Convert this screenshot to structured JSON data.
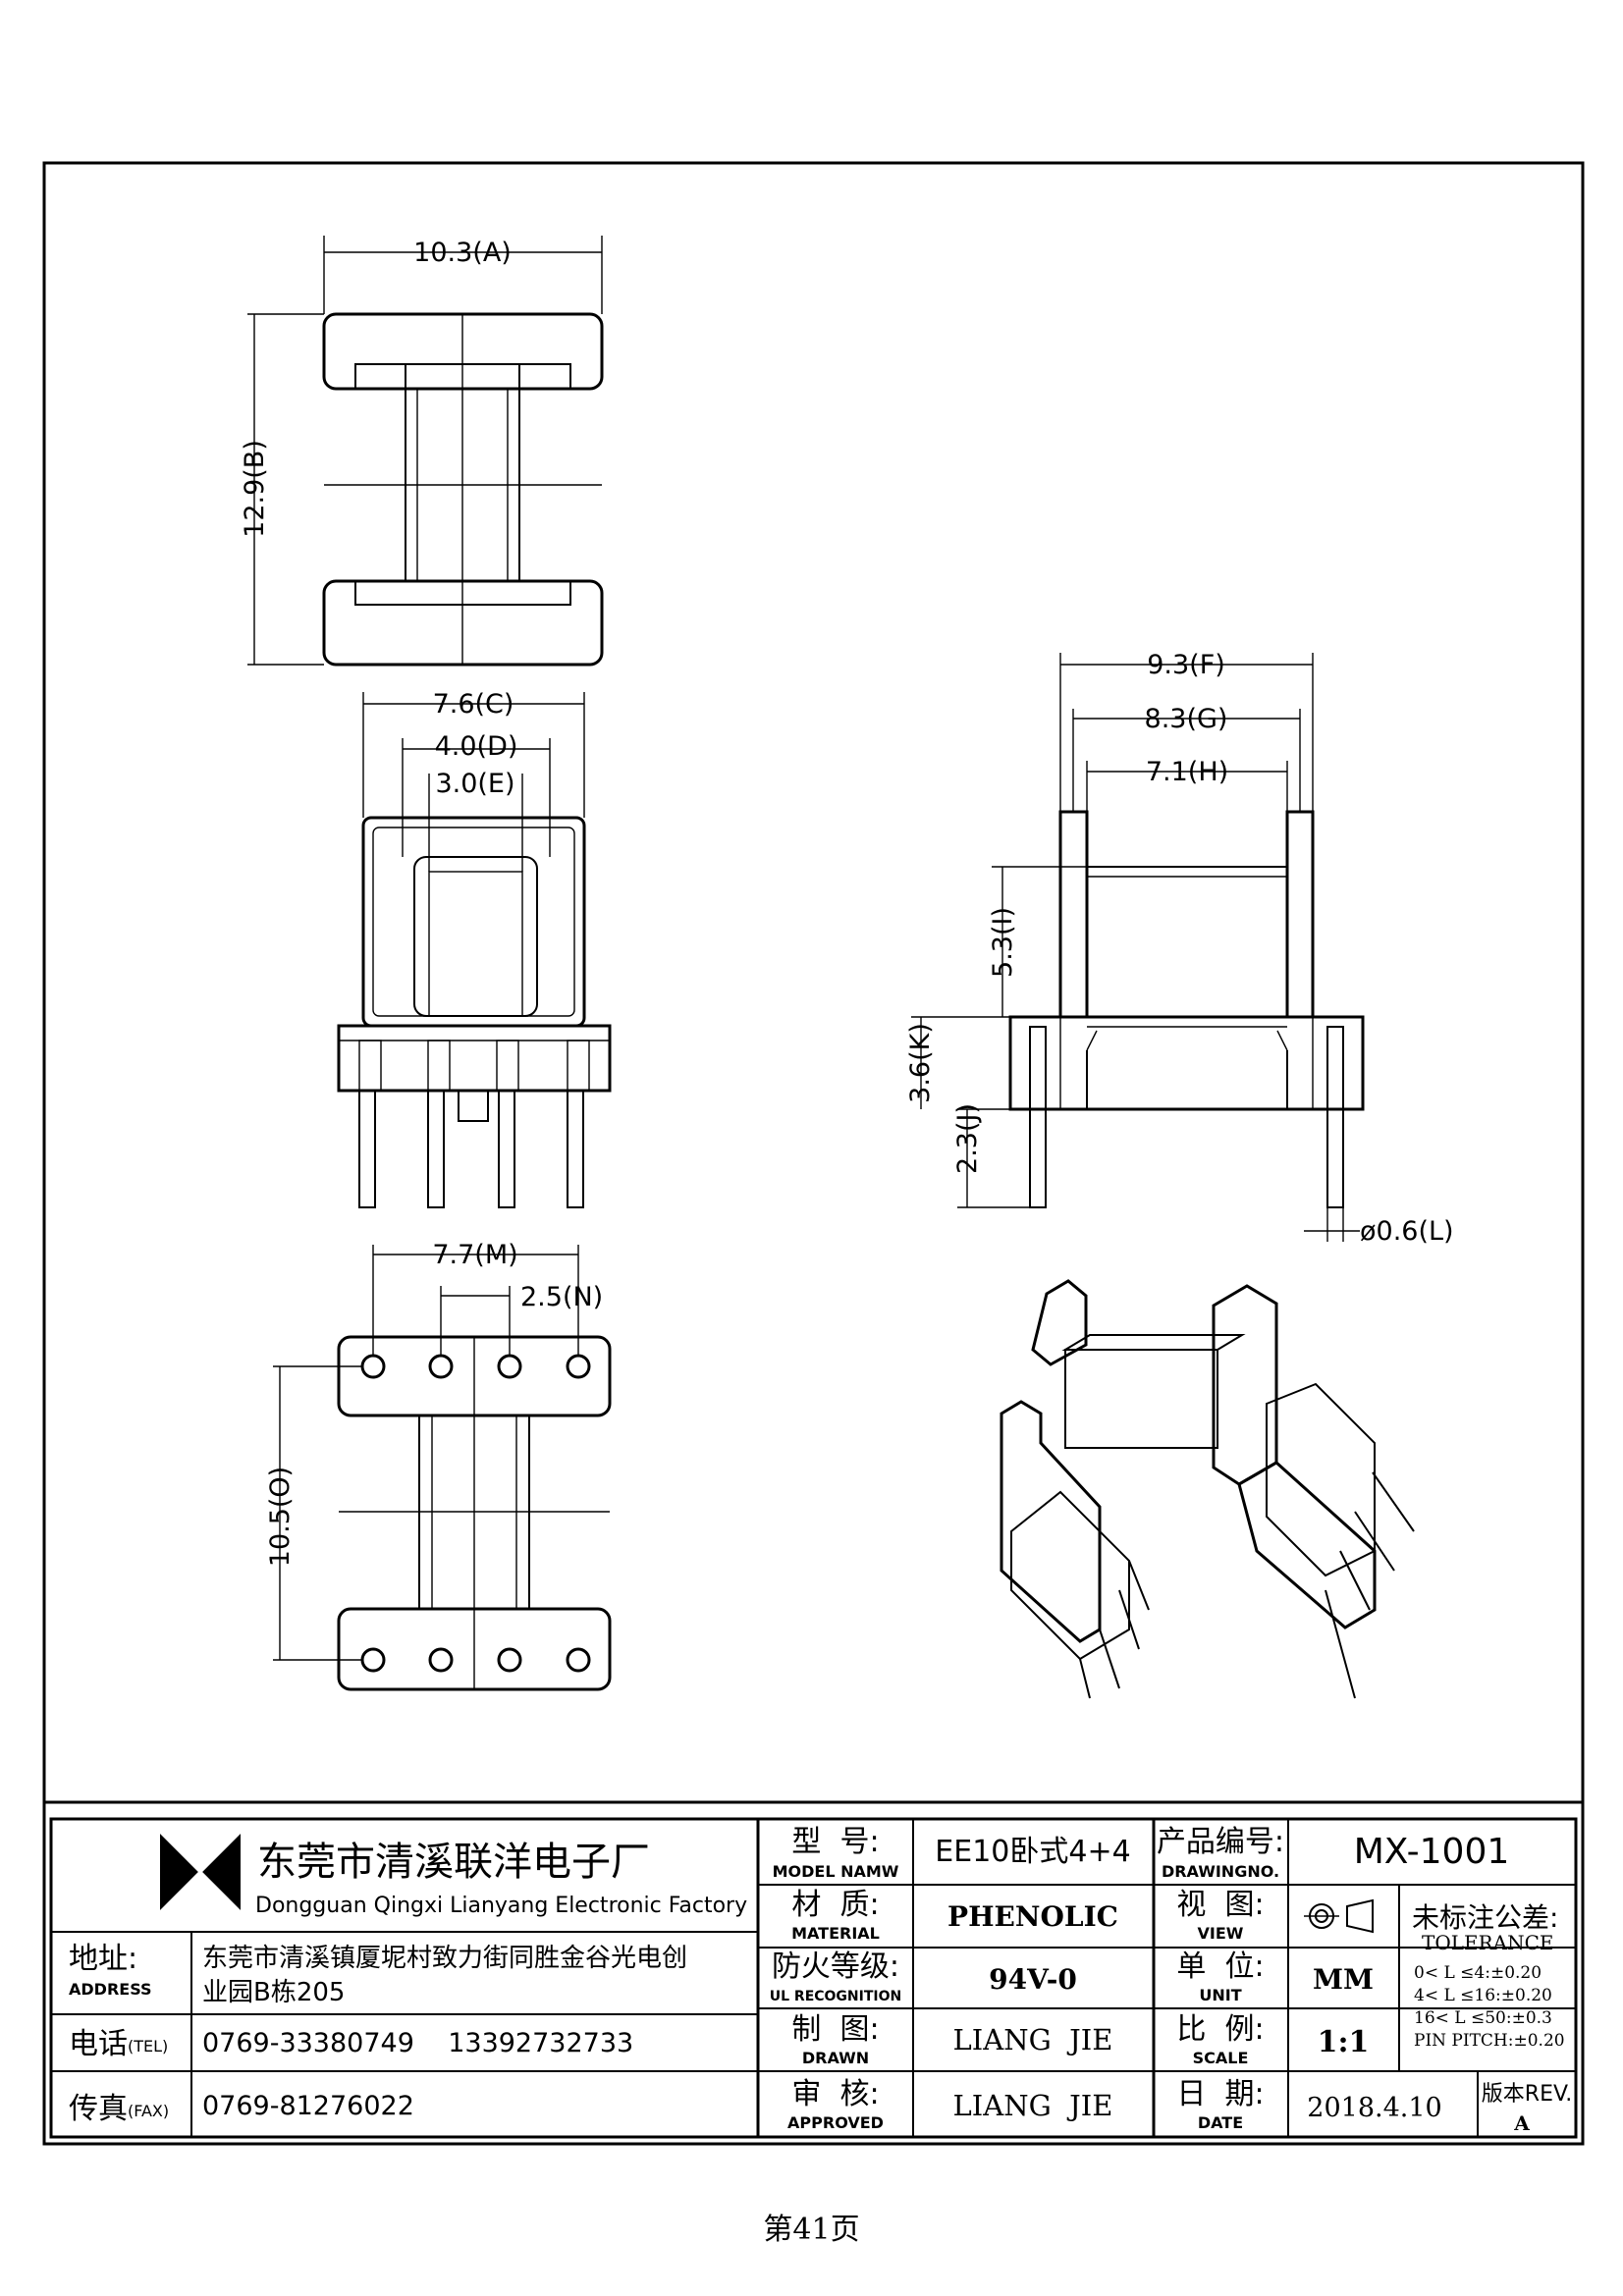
{
  "dimensions": {
    "A": "10.3(A)",
    "B": "12.9(B)",
    "C": "7.6(C)",
    "D": "4.0(D)",
    "E": "3.0(E)",
    "F": "9.3(F)",
    "G": "8.3(G)",
    "H": "7.1(H)",
    "I": "5.3(I)",
    "K": "3.6(K)",
    "J": "2.3(J)",
    "L": "ø0.6(L)",
    "M": "7.7(M)",
    "N": "2.5(N)",
    "O": "10.5(O)"
  },
  "title_block": {
    "company_cn": "东莞市清溪联洋电子厂",
    "company_en": "Dongguan Qingxi Lianyang Electronic Factory",
    "address_label_cn": "地址:",
    "address_label_en": "ADDRESS",
    "address_line1": "东莞市清溪镇厦坭村致力街同胜金谷光电创",
    "address_line2": "业园B栋205",
    "tel_label_cn": "电话",
    "tel_label_en": "(TEL)",
    "tel_value": "0769-33380749    13392732733",
    "fax_label_cn": "传真",
    "fax_label_en": "(FAX)",
    "fax_value": "0769-81276022",
    "model_label_cn": "型  号:",
    "model_label_en": "MODEL NAMW",
    "model_value": "EE10卧式4+4",
    "material_label_cn": "材  质:",
    "material_label_en": "MATERIAL",
    "material_value": "PHENOLIC",
    "ul_label_cn": "防火等级:",
    "ul_label_en": "UL RECOGNITION",
    "ul_value": "94V-0",
    "drawn_label_cn": "制  图:",
    "drawn_label_en": "DRAWN",
    "drawn_value": "LIANG  JIE",
    "approved_label_cn": "审  核:",
    "approved_label_en": "APPROVED",
    "approved_value": "LIANG  JIE",
    "drawingno_label_cn": "产品编号:",
    "drawingno_label_en": "DRAWINGNO.",
    "drawingno_value": "MX-1001",
    "view_label_cn": "视  图:",
    "view_label_en": "VIEW",
    "unit_label_cn": "单  位:",
    "unit_label_en": "UNIT",
    "unit_value": "MM",
    "scale_label_cn": "比  例:",
    "scale_label_en": "SCALE",
    "scale_value": "1:1",
    "date_label_cn": "日  期:",
    "date_label_en": "DATE",
    "date_value": "2018.4.10",
    "tolerance_label_cn": "未标注公差:",
    "tolerance_label_en": "TOLERANCE",
    "tolerance_lines": [
      "0< L ≤4:±0.20",
      "4< L ≤16:±0.20",
      "16< L ≤50:±0.3",
      "PIN PITCH:±0.20"
    ],
    "rev_label": "版本REV.",
    "rev_value": "A"
  },
  "page_number": "第41页"
}
